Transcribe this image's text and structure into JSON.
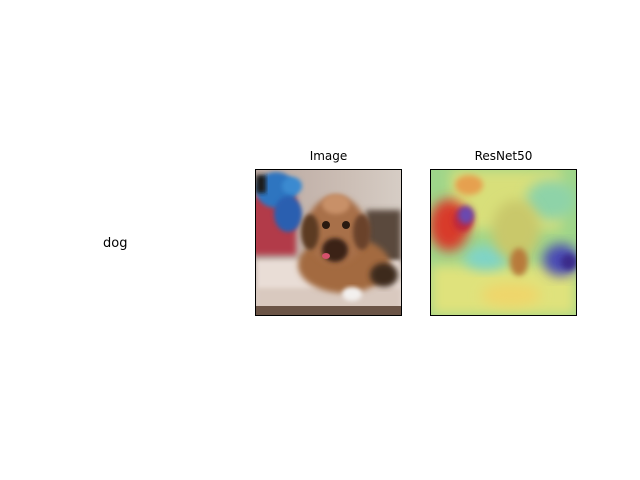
{
  "class_label": "dog",
  "panels": [
    {
      "title": "Image",
      "content": "photo-dog"
    },
    {
      "title": "ResNet50",
      "content": "saliency-heatmap-overlay"
    }
  ]
}
